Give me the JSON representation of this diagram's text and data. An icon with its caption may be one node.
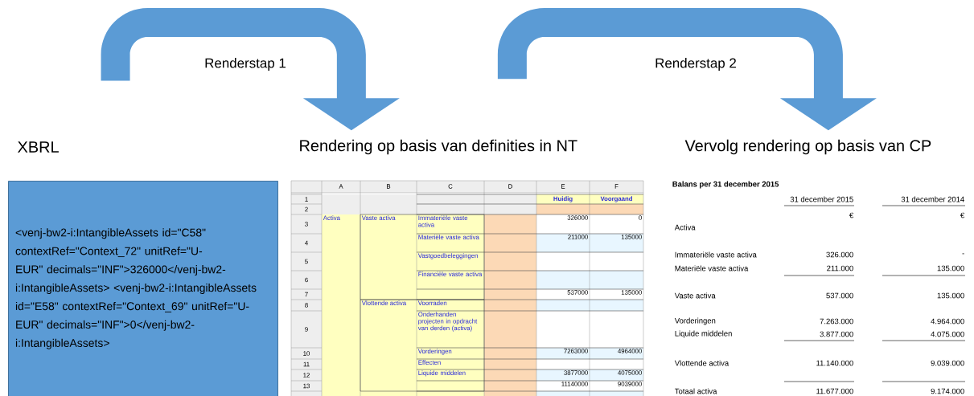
{
  "diagram": {
    "nodes": [
      {
        "text": [
          "XBRL",
          "<venj-bw2-i:IntangibleAssets id=\"C58\" contextRef=\"Context_72\" unitRef=\"U-EUR\" decimals=\"INF\">326000</venj-bw2-i:IntangibleAssets> <venj-bw2-i:IntangibleAssets id=\"E58\" contextRef=\"Context_69\" unitRef=\"U-EUR\" decimals=\"INF\">0</venj-bw2-i:IntangibleAssets>"
        ]
      },
      {
        "text": [
          "Rendering op basis van definities in NT"
        ]
      },
      {
        "text": [
          "Vervolg rendering op basis van CP"
        ]
      }
    ],
    "edges": [
      {
        "from": 0,
        "to": 1,
        "arrow": "to",
        "label": "Renderstap 1"
      },
      {
        "from": 1,
        "to": 2,
        "arrow": "to",
        "label": "Renderstap 2"
      }
    ],
    "labels": [
      "A",
      "B",
      "C",
      "D",
      "E",
      "F",
      "1",
      "Huidig",
      "Voorgaand",
      "2",
      "3",
      "Activa",
      "Vaste activa",
      "Immateriële vaste activa",
      "326000",
      "0",
      "4",
      "Materiële vaste activa",
      "211000",
      "135000",
      "5",
      "Vastgoedbeleggingen",
      "6",
      "Financiële vaste activa",
      "7",
      "537000",
      "135000",
      "8",
      "Vlottende activa",
      "Voorraden",
      "9",
      "Onderhanden projecten in opdracht van derden (activa)",
      "10",
      "Vorderingen",
      "7263000",
      "4964000",
      "11",
      "Effecten",
      "12",
      "Liquide middelen",
      "3877000",
      "4075000",
      "13",
      "11140000",
      "9039000",
      "Balans per 31 december 2015",
      "31 december 2015",
      "31 december 2014",
      "€",
      "€",
      "Activa",
      "Immateriële vaste activa",
      "326.000",
      "-",
      "Materiële vaste activa",
      "211.000",
      "135.000",
      "Vaste activa",
      "537.000",
      "135.000",
      "Vorderingen",
      "7.263.000",
      "4.964.000",
      "Liquide middelen",
      "3.877.000",
      "4.075.000",
      "Vlottende activa",
      "11.140.000",
      "9.039.000",
      "Totaal activa",
      "11.677.000",
      "9.174.000"
    ]
  }
}
